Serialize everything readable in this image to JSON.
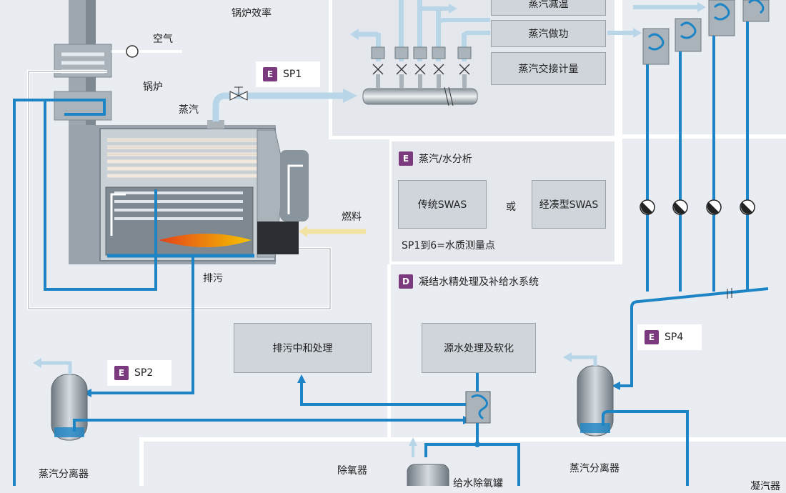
{
  "labels": {
    "boiler_efficiency": "锅炉效率",
    "air": "空气",
    "boiler": "锅炉",
    "steam": "蒸汽",
    "fuel": "燃料",
    "blowdown": "排污",
    "steam_separator_left": "蒸汽分离器",
    "steam_separator_right": "蒸汽分离器",
    "deaerator": "除氧器",
    "feedwater_deaerator_tank": "给水除氧罐",
    "or": "或",
    "sp_note": "SP1到6=水质测量点",
    "condenser_partial": "凝汽器"
  },
  "boxes": {
    "steam_desuperheat": "蒸汽减温",
    "steam_work": "蒸汽做功",
    "steam_custody": "蒸汽交接计量",
    "traditional_swas": "传统SWAS",
    "compact_swas": "经凑型SWAS",
    "blowdown_treatment": "排污中和处理",
    "raw_water_treatment": "源水处理及软化"
  },
  "tags": {
    "sp1": {
      "letter": "E",
      "text": "SP1"
    },
    "sp2": {
      "letter": "E",
      "text": "SP2"
    },
    "sp4": {
      "letter": "E",
      "text": "SP4"
    },
    "steam_water_analysis": {
      "letter": "E",
      "text": "蒸汽/水分析"
    },
    "condensate_polishing": {
      "letter": "D",
      "text": "凝结水精处理及补给水系统"
    }
  },
  "colors": {
    "tag": "#7b3a7e",
    "water_pipe": "#1d84c6",
    "steam_pipe": "#b9d6e8",
    "box": "#cfd5db"
  }
}
